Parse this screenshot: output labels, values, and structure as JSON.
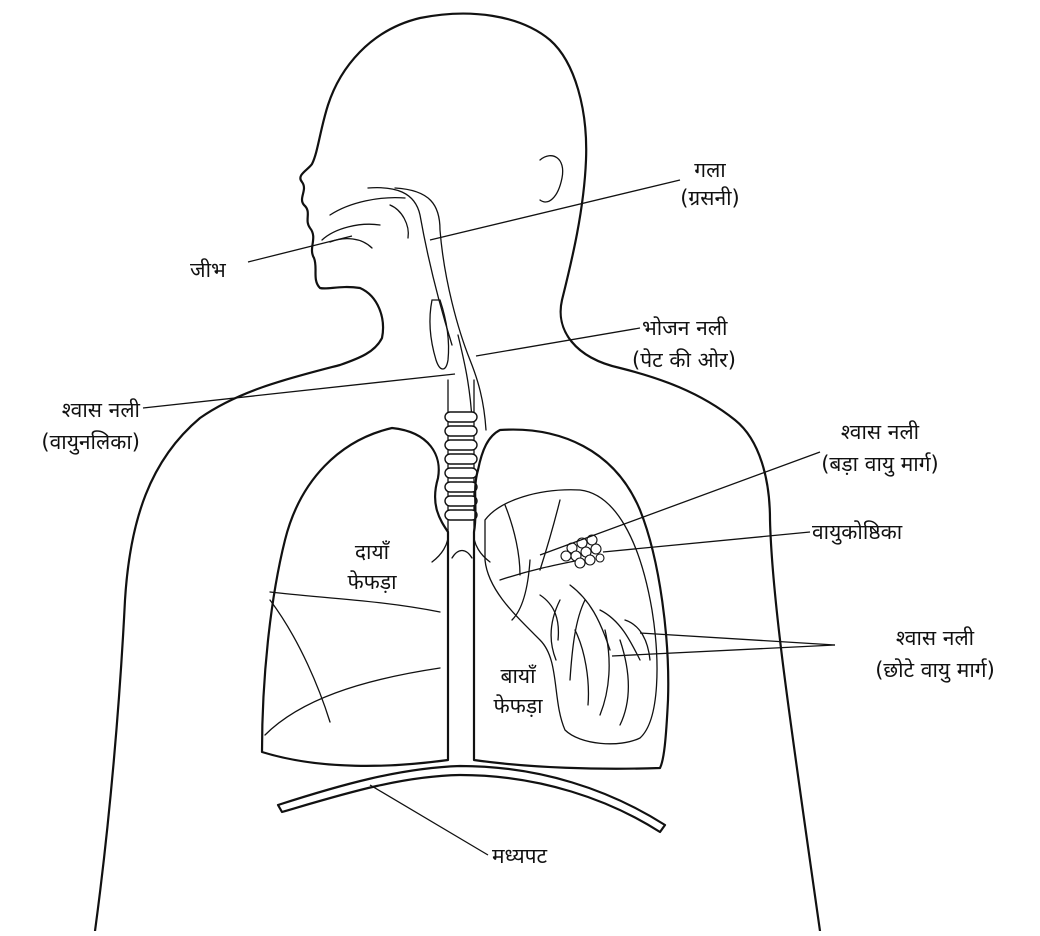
{
  "labels": {
    "tongue": "जीभ",
    "throat_line1": "गला",
    "throat_line2": "(ग्रसनी)",
    "food_pipe_line1": "भोजन नली",
    "food_pipe_line2": "(पेट की ओर)",
    "windpipe_line1": "श्वास नली",
    "windpipe_line2": "(वायुनलिका)",
    "bronchus_line1": "श्वास नली",
    "bronchus_line2": "(बड़ा वायु मार्ग)",
    "alveoli": "वायुकोष्ठिका",
    "bronchioles_line1": "श्वास नली",
    "bronchioles_line2": "(छोटे वायु मार्ग)",
    "right_lung_line1": "दायाँ",
    "right_lung_line2": "फेफड़ा",
    "left_lung_line1": "बायाँ",
    "left_lung_line2": "फेफड़ा",
    "diaphragm": "मध्यपट"
  },
  "colors": {
    "line": "#111111",
    "background": "#ffffff"
  }
}
